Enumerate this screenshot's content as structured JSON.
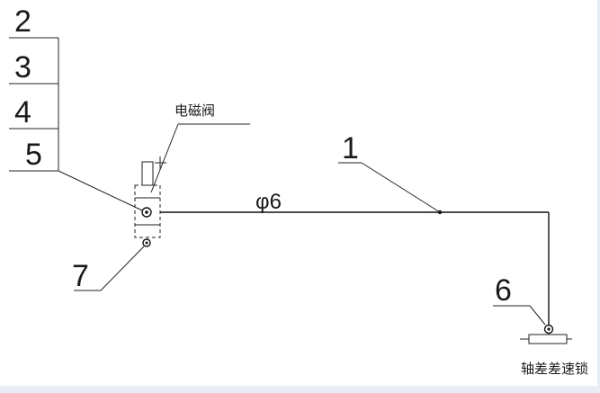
{
  "stack_labels": [
    "2",
    "3",
    "4",
    "5"
  ],
  "leader_labels": {
    "pipe_number": "1",
    "lock_number": "6",
    "valve_bottom_number": "7"
  },
  "pipe_diameter": "φ6",
  "valve_name": "电磁阀",
  "lock_name": "轴差差速锁"
}
